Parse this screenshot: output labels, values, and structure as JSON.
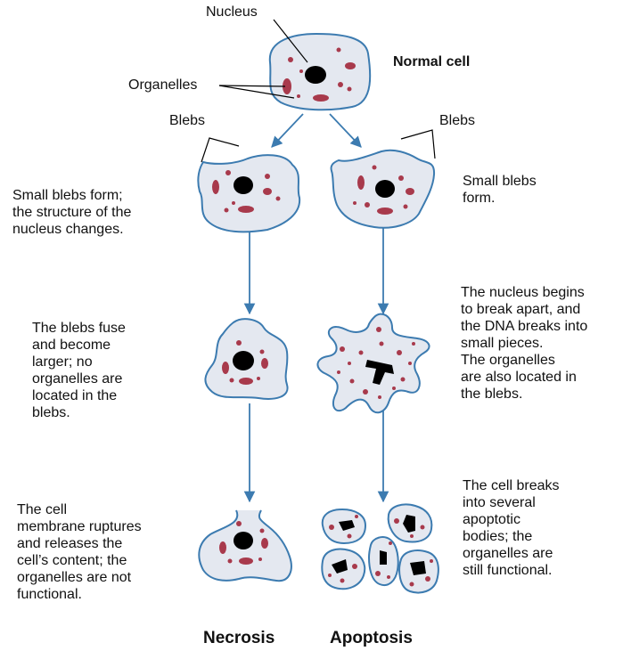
{
  "labels": {
    "nucleus": "Nucleus",
    "organelles": "Organelles",
    "normal_cell": "Normal cell",
    "blebs_left": "Blebs",
    "blebs_right": "Blebs"
  },
  "necrosis": {
    "title": "Necrosis",
    "step1": "Small blebs form;\nthe structure of the\nnucleus changes.",
    "step2": "The blebs fuse\nand become\nlarger; no\norganelles are\nlocated in the\nblebs.",
    "step3": "The cell\nmembrane ruptures\nand releases the\ncell’s content; the\norganelles are not\nfunctional."
  },
  "apoptosis": {
    "title": "Apoptosis",
    "step1": "Small blebs\nform.",
    "step2": "The nucleus begins\nto break apart, and\nthe DNA breaks into\nsmall pieces.\nThe organelles\nare also located in\nthe blebs.",
    "step3": "The cell breaks\ninto several\napoptotic\nbodies; the\norganelles are\nstill functional."
  },
  "colors": {
    "cell_fill": "#e4e8f0",
    "membrane": "#3c7bb0",
    "organelle": "#a83a4c",
    "nucleus": "#000000",
    "arrow": "#3c7bb0"
  }
}
